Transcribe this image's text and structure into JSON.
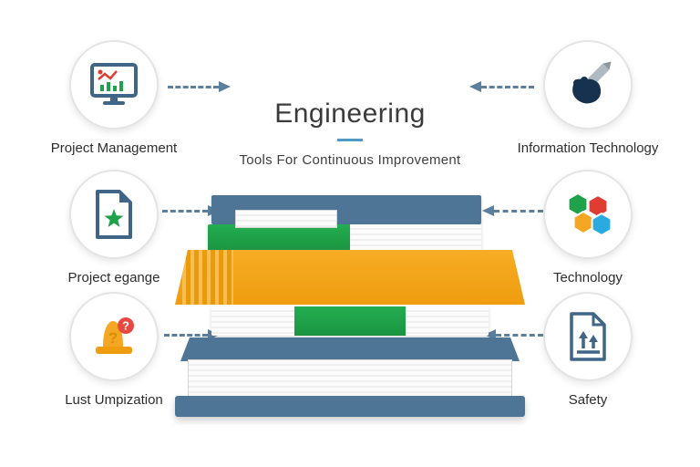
{
  "title": {
    "text": "Engineering",
    "subtitle": "Tools For Continuous Improvement"
  },
  "left_items": [
    {
      "label": "Project Management",
      "icon": "monitor-chart-icon"
    },
    {
      "label": "Project egange",
      "icon": "document-star-icon"
    },
    {
      "label": "Lust Umpization",
      "icon": "cone-question-icon"
    }
  ],
  "right_items": [
    {
      "label": "Information Technology",
      "icon": "hand-pencil-icon"
    },
    {
      "label": "Technology",
      "icon": "hexagons-icon"
    },
    {
      "label": "Safety",
      "icon": "document-arrows-icon"
    }
  ],
  "colors": {
    "accent_underline": "#4f9bc4",
    "arrow": "#5c7f9d",
    "book_blue": "#4e7596",
    "book_green": "#1fa24a",
    "book_amber": "#f4a81d",
    "badge_red": "#e03c31",
    "icon_outline": "#3f6587"
  }
}
